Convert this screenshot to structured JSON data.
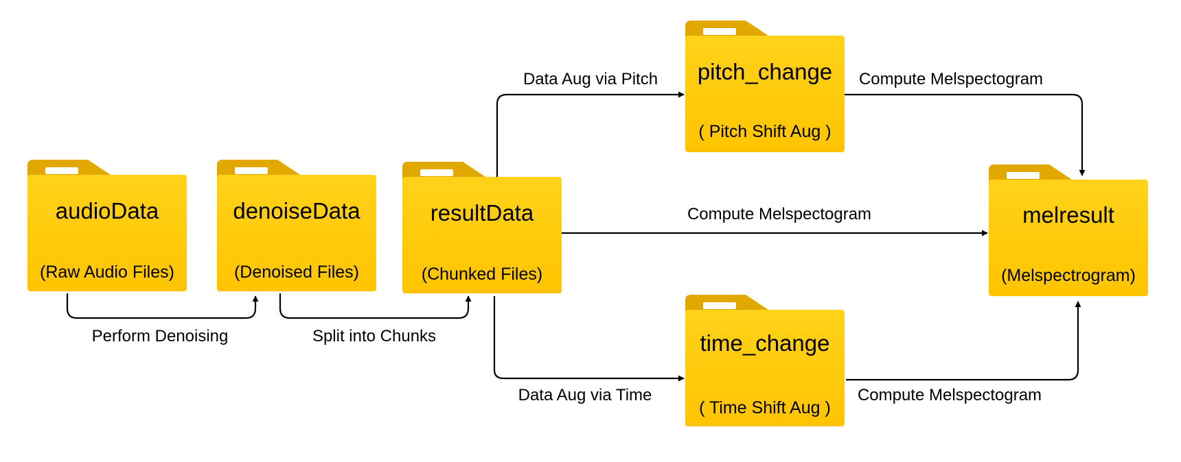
{
  "folders": {
    "audio": {
      "name": "audioData",
      "subtitle": "(Raw Audio Files)"
    },
    "denoise": {
      "name": "denoiseData",
      "subtitle": "(Denoised Files)"
    },
    "result": {
      "name": "resultData",
      "subtitle": "(Chunked Files)"
    },
    "pitch": {
      "name": "pitch_change",
      "subtitle": "( Pitch Shift Aug )"
    },
    "time": {
      "name": "time_change",
      "subtitle": "( Time Shift Aug )"
    },
    "mel": {
      "name": "melresult",
      "subtitle": "(Melspectrogram)"
    }
  },
  "edges": {
    "denoising": "Perform Denoising",
    "chunks": "Split into Chunks",
    "aug_pitch": "Data Aug via Pitch",
    "aug_time": "Data Aug via Time",
    "mel_pitch": "Compute Melspectogram",
    "mel_direct": "Compute Melspectogram",
    "mel_time": "Compute Melspectogram"
  },
  "colors": {
    "folder_body": "#FFCC00",
    "folder_tab": "#E0A800",
    "tab_slot": "#FFFFFF",
    "edge": "#000000"
  }
}
